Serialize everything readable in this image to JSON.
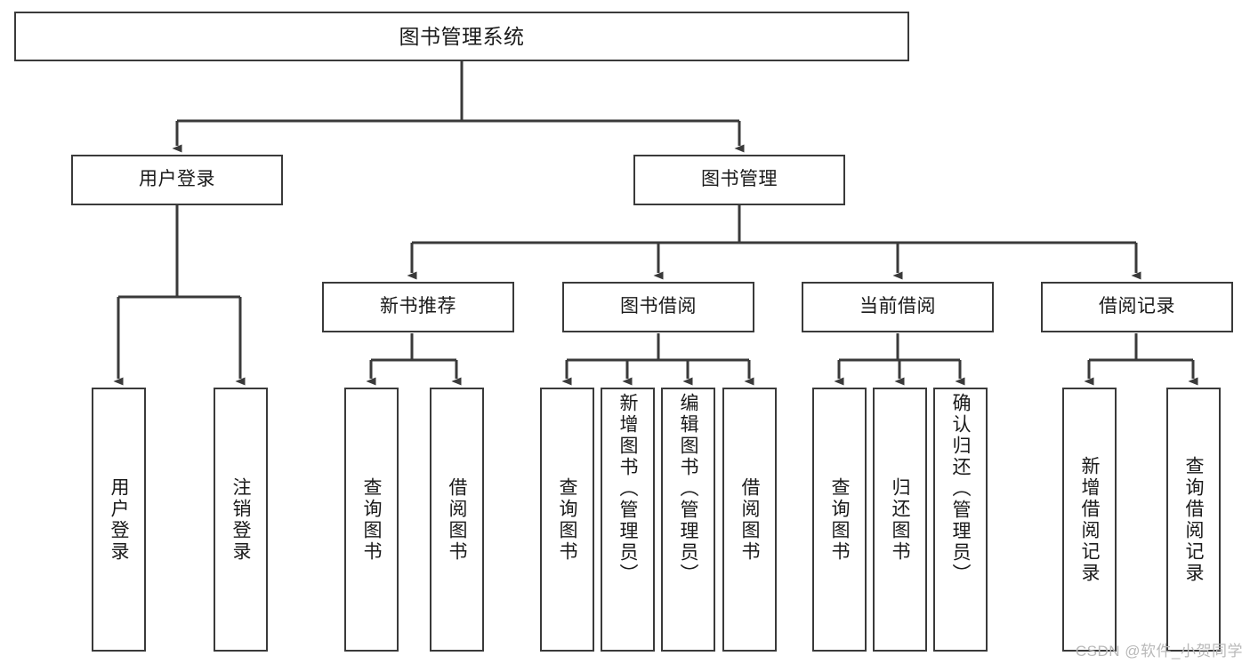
{
  "diagram": {
    "title": "图书管理系统",
    "type": "tree-structure-chart",
    "watermark": "CSDN @软件_小贺同学",
    "colors": {
      "background": "#ffffff",
      "node_border": "#3a3a3a",
      "node_fill": "#ffffff",
      "edge": "#3a3a3a",
      "text": "#1a1a1a",
      "watermark": "#b9b9b9"
    },
    "levels": {
      "root": "图书管理系统",
      "level2": [
        "用户登录",
        "图书管理"
      ],
      "level3": [
        "新书推荐",
        "图书借阅",
        "当前借阅",
        "借阅记录"
      ]
    },
    "nodes": {
      "root": {
        "label": "图书管理系统"
      },
      "user_login": {
        "label": "用户登录"
      },
      "book_manage": {
        "label": "图书管理"
      },
      "new_book_rec": {
        "label": "新书推荐"
      },
      "book_borrow": {
        "label": "图书借阅"
      },
      "current_borrow": {
        "label": "当前借阅"
      },
      "borrow_record": {
        "label": "借阅记录"
      },
      "leaf_user_login": {
        "label": "用户登录"
      },
      "leaf_logout": {
        "label": "注销登录"
      },
      "leaf_query_book_1": {
        "label": "查询图书"
      },
      "leaf_borrow_book_1": {
        "label": "借阅图书"
      },
      "leaf_query_book_2": {
        "label": "查询图书"
      },
      "leaf_add_book": {
        "label": "新增图书（管理员）"
      },
      "leaf_edit_book": {
        "label": "编辑图书（管理员）"
      },
      "leaf_borrow_book_2": {
        "label": "借阅图书"
      },
      "leaf_query_book_3": {
        "label": "查询图书"
      },
      "leaf_return_book": {
        "label": "归还图书"
      },
      "leaf_confirm_return": {
        "label": "确认归还（管理员）"
      },
      "leaf_add_record": {
        "label": "新增借阅记录"
      },
      "leaf_query_record": {
        "label": "查询借阅记录"
      }
    },
    "tree": {
      "name": "图书管理系统",
      "children": [
        {
          "name": "用户登录",
          "children": [
            {
              "name": "用户登录"
            },
            {
              "name": "注销登录"
            }
          ]
        },
        {
          "name": "图书管理",
          "children": [
            {
              "name": "新书推荐",
              "children": [
                {
                  "name": "查询图书"
                },
                {
                  "name": "借阅图书"
                }
              ]
            },
            {
              "name": "图书借阅",
              "children": [
                {
                  "name": "查询图书"
                },
                {
                  "name": "新增图书（管理员）"
                },
                {
                  "name": "编辑图书（管理员）"
                },
                {
                  "name": "借阅图书"
                }
              ]
            },
            {
              "name": "当前借阅",
              "children": [
                {
                  "name": "查询图书"
                },
                {
                  "name": "归还图书"
                },
                {
                  "name": "确认归还（管理员）"
                }
              ]
            },
            {
              "name": "借阅记录",
              "children": [
                {
                  "name": "新增借阅记录"
                },
                {
                  "name": "查询借阅记录"
                }
              ]
            }
          ]
        }
      ]
    }
  }
}
